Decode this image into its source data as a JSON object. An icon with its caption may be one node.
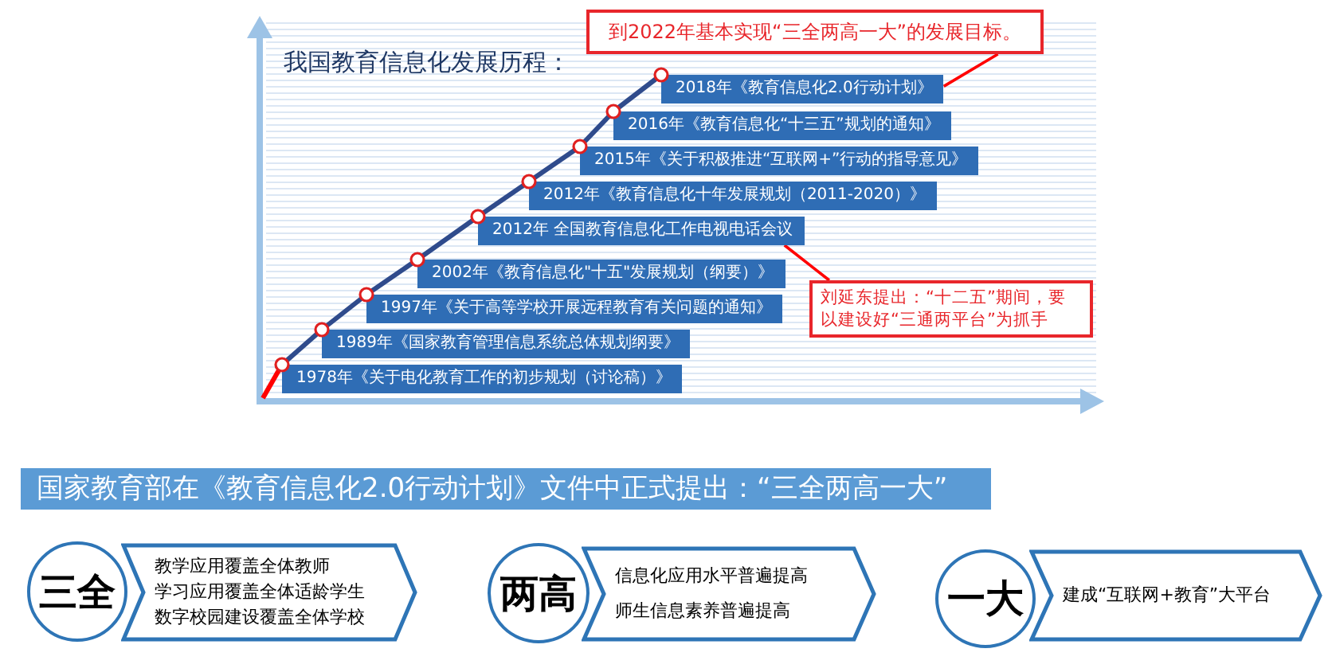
{
  "diagram": {
    "title": "我国教育信息化发展历程：",
    "nodes": [
      {
        "text": [
          "到2022年基本实现“三全两高一大”的发展目标。"
        ]
      },
      {
        "text": [
          "2018年《教育信息化2.0行动计划》"
        ]
      },
      {
        "text": [
          "2016年《教育信息化“十三五”规划的通知》"
        ]
      },
      {
        "text": [
          "2015年《关于积极推进“互联网+”行动的指导意见》"
        ]
      },
      {
        "text": [
          "2012年《教育信息化十年发展规划（2011-2020）》"
        ]
      },
      {
        "text": [
          "2012年 全国教育信息化工作电视电话会议"
        ]
      },
      {
        "text": [
          "2002年《教育信息化\"十五\"发展规划（纲要）》"
        ]
      },
      {
        "text": [
          "1997年《关于高等学校开展远程教育有关问题的通知》"
        ]
      },
      {
        "text": [
          "1989年《国家教育管理信息系统总体规划纲要》"
        ]
      },
      {
        "text": [
          "1978年《关于电化教育工作的初步规划（讨论稿）》"
        ]
      },
      {
        "text": [
          "刘延东提出：“十二五”期间，要以建设好“三通两平台”为抓手"
        ]
      },
      {
        "text": [
          "国家教育部在《教育信息化2.0行动计划》文件中正式提出：“三全两高一大”"
        ]
      },
      {
        "text": [
          "三全"
        ]
      },
      {
        "text": [
          "教学应用覆盖全体教师",
          "学习应用覆盖全体适龄学生",
          "数字校园建设覆盖全体学校"
        ]
      },
      {
        "text": [
          "两高"
        ]
      },
      {
        "text": [
          "信息化应用水平普遍提高",
          "师生信息素养普遍提高"
        ]
      },
      {
        "text": [
          "一大"
        ]
      },
      {
        "text": [
          "建成“互联网+教育”大平台"
        ]
      }
    ],
    "edges": [
      {
        "from": null,
        "to": 9,
        "arrow": "none",
        "color": "#ff0000"
      },
      {
        "from": 9,
        "to": 8,
        "arrow": "none"
      },
      {
        "from": 8,
        "to": 7,
        "arrow": "none"
      },
      {
        "from": 7,
        "to": 6,
        "arrow": "none"
      },
      {
        "from": 6,
        "to": 5,
        "arrow": "none"
      },
      {
        "from": 5,
        "to": 4,
        "arrow": "none"
      },
      {
        "from": 4,
        "to": 3,
        "arrow": "none"
      },
      {
        "from": 3,
        "to": 2,
        "arrow": "none"
      },
      {
        "from": 2,
        "to": 1,
        "arrow": "none"
      },
      {
        "from": 0,
        "to": 1,
        "arrow": "none",
        "color": "#ff0000"
      },
      {
        "from": 10,
        "to": 5,
        "arrow": "none",
        "color": "#ff0000"
      }
    ]
  }
}
